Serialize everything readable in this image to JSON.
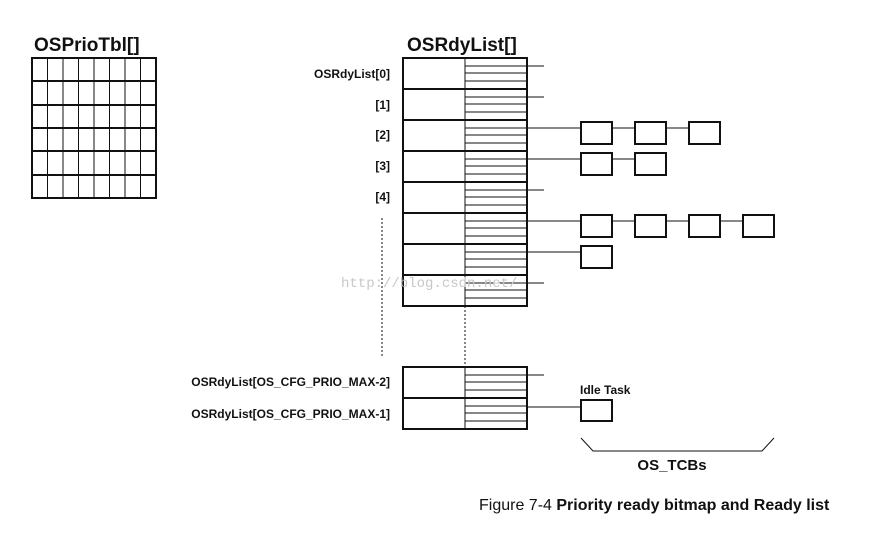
{
  "prio_table": {
    "title": "OSPrioTbl[]"
  },
  "ready_list": {
    "title": "OSRdyList[]",
    "labels": [
      "OSRdyList[0]",
      "[1]",
      "[2]",
      "[3]",
      "[4]"
    ],
    "bottom_labels": [
      "OSRdyList[OS_CFG_PRIO_MAX-2]",
      "OSRdyList[OS_CFG_PRIO_MAX-1]"
    ]
  },
  "tcb_chains": [
    0,
    0,
    3,
    2,
    0,
    4,
    1,
    0
  ],
  "idle_task_label": "Idle Task",
  "tcbs_label": "OS_TCBs",
  "watermark": "http://blog.csdn.net/",
  "caption": {
    "prefix": "Figure 7-4",
    "title": "Priority ready bitmap and Ready list"
  }
}
